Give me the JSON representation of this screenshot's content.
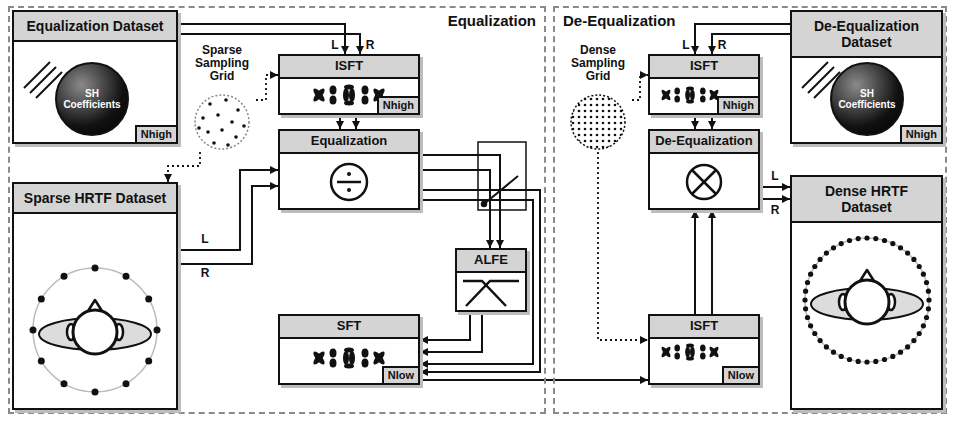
{
  "diagram": {
    "nodes": [
      {
        "text": [
          "Equalization"
        ]
      },
      {
        "text": [
          "Equalization Dataset",
          "Nhigh"
        ],
        "in": 0
      },
      {
        "text": [
          "SH Coefficients"
        ],
        "in": 1
      },
      {
        "text": [
          "ISFT",
          "Nhigh"
        ],
        "in": 0
      },
      {
        "text": [
          "Sparse Sampling Grid"
        ],
        "in": 0
      },
      {
        "text": [
          "Sparse HRTF Dataset"
        ],
        "in": 0
      },
      {
        "text": [
          "Equalization"
        ],
        "in": 0
      },
      {
        "text": [
          "SFT",
          "Nlow"
        ],
        "in": 0
      },
      {
        "text": [
          "ALFE"
        ],
        "in": 0
      },
      {
        "text": [
          "De-Equalization"
        ]
      },
      {
        "text": [
          "De-Equalization Dataset",
          "Nhigh"
        ],
        "in": 9
      },
      {
        "text": [
          "SH Coefficients"
        ],
        "in": 10
      },
      {
        "text": [
          "Dense Sampling Grid"
        ],
        "in": 9
      },
      {
        "text": [
          "ISFT",
          "Nhigh"
        ],
        "in": 9
      },
      {
        "text": [
          "De-Equalization"
        ],
        "in": 9
      },
      {
        "text": [
          "Dense HRTF Dataset"
        ],
        "in": 9
      },
      {
        "text": [
          "ISFT",
          "Nlow"
        ],
        "in": 9
      }
    ],
    "edges": [
      {
        "from": 1,
        "to": 3,
        "arrow": "to",
        "label": "L"
      },
      {
        "from": 1,
        "to": 3,
        "arrow": "to",
        "label": "R"
      },
      {
        "from": 4,
        "to": 3,
        "arrow": "to"
      },
      {
        "from": 4,
        "to": 5,
        "arrow": "to"
      },
      {
        "from": 3,
        "to": 6,
        "arrow": "to"
      },
      {
        "from": 3,
        "to": 6,
        "arrow": "to"
      },
      {
        "from": 5,
        "to": 6,
        "arrow": "to",
        "label": "L"
      },
      {
        "from": 5,
        "to": 6,
        "arrow": "to",
        "label": "R"
      },
      {
        "from": 6,
        "to": 8,
        "arrow": "to"
      },
      {
        "from": 6,
        "to": 8,
        "arrow": "to"
      },
      {
        "from": 6,
        "to": 7,
        "arrow": "to"
      },
      {
        "from": 6,
        "to": 7,
        "arrow": "to"
      },
      {
        "from": 8,
        "to": 7,
        "arrow": "to"
      },
      {
        "from": 8,
        "to": 7,
        "arrow": "to"
      },
      {
        "from": 7,
        "to": 16,
        "arrow": "to"
      },
      {
        "from": 10,
        "to": 13,
        "arrow": "to",
        "label": "L"
      },
      {
        "from": 10,
        "to": 13,
        "arrow": "to",
        "label": "R"
      },
      {
        "from": 12,
        "to": 13,
        "arrow": "to"
      },
      {
        "from": 12,
        "to": 16,
        "arrow": "to"
      },
      {
        "from": 13,
        "to": 14,
        "arrow": "to"
      },
      {
        "from": 13,
        "to": 14,
        "arrow": "to"
      },
      {
        "from": 16,
        "to": 14,
        "arrow": "to"
      },
      {
        "from": 16,
        "to": 14,
        "arrow": "to"
      },
      {
        "from": 14,
        "to": 15,
        "arrow": "to",
        "label": "L"
      },
      {
        "from": 14,
        "to": 15,
        "arrow": "to",
        "label": "R"
      }
    ]
  }
}
